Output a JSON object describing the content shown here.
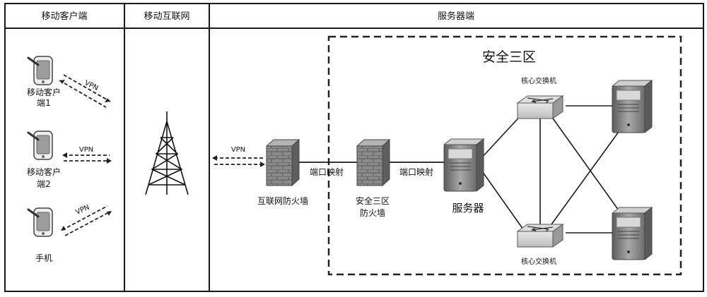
{
  "columns": {
    "mobile_client": "移动客户端",
    "mobile_internet": "移动互联网",
    "server_side": "服务器端"
  },
  "clients": [
    {
      "label_line1": "移动客户",
      "label_line2": "端1",
      "link": "VPN"
    },
    {
      "label_line1": "移动客户",
      "label_line2": "端2",
      "link": "VPN"
    },
    {
      "label_line1": "手机",
      "label_line2": "",
      "link": "VPN"
    }
  ],
  "tower_link": "VPN",
  "internet_firewall": "互联网防火墙",
  "port_mapping_1": "端口映射",
  "zone3_firewall_line1": "安全三区",
  "zone3_firewall_line2": "防火墙",
  "port_mapping_2": "端口映射",
  "server": "服务器",
  "zone_title": "安全三区",
  "core_switch_top": "核心交换机",
  "core_switch_bottom": "核心交换机",
  "colors": {
    "line": "#1a1a1a",
    "device_gray": "#8c8c8c",
    "brick": "#7d7d7d"
  }
}
